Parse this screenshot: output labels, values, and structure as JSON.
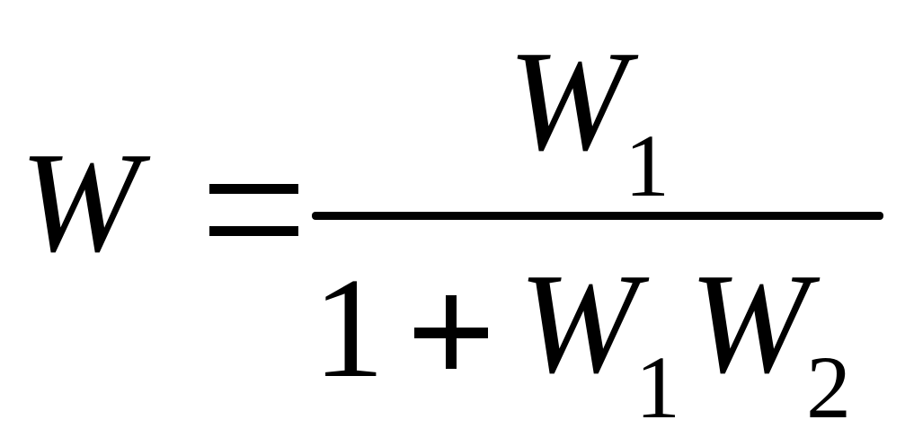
{
  "formula": {
    "lhs": {
      "variable": "W"
    },
    "equals": "=",
    "numerator": {
      "variable": "W",
      "subscript": "1"
    },
    "denominator": {
      "constant": "1",
      "operator": "+",
      "terms": [
        {
          "variable": "W",
          "subscript": "1"
        },
        {
          "variable": "W",
          "subscript": "2"
        }
      ]
    }
  }
}
